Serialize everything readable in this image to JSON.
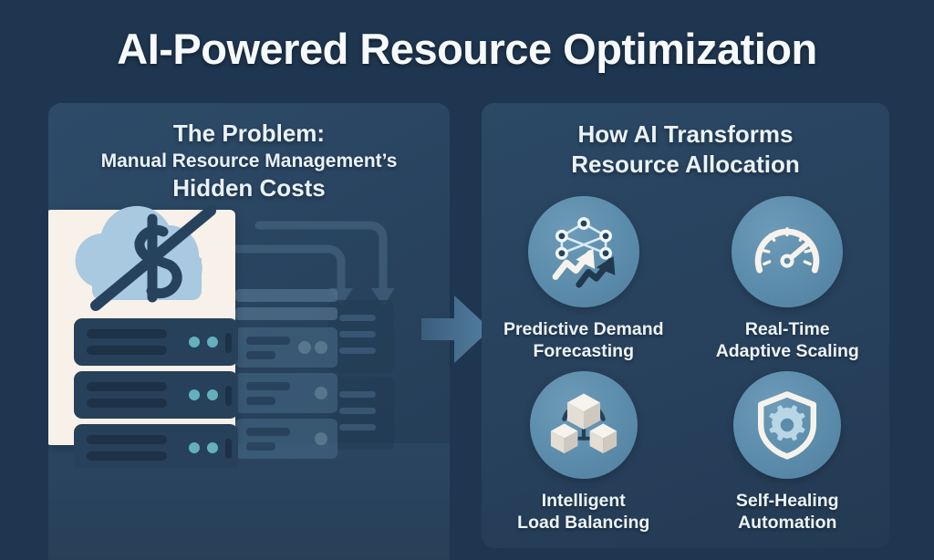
{
  "title": "AI-Powered Resource Optimization",
  "theme": {
    "background": "#1f3650",
    "panel": "#2b4865",
    "card_cream": "#f7f1ea",
    "icon_circle": "#5b8cab",
    "icon_stroke": "#f6f2ec",
    "accent_teal": "#64b0bd",
    "dark_navy": "#22394f",
    "title_color": "#f6fafc"
  },
  "left_panel": {
    "heading_line1": "The Problem:",
    "heading_line2": "Manual Resource Management’s",
    "heading_line3": "Hidden Costs",
    "illustration": {
      "cloud_icon": "cloud-with-dollar-sign-crossed-out",
      "currency_symbol": "$",
      "server_stack_units": 3,
      "server_led_count": 2,
      "background_servers": "faded-server-racks-with-looping-arrows"
    }
  },
  "mid": {
    "arrow_icon": "right-arrow"
  },
  "right_panel": {
    "heading_line1": "How AI Transforms",
    "heading_line2": "Resource Allocation",
    "features": [
      {
        "icon": "neural-network-trend-up-icon",
        "label": "Predictive Demand\nForecasting"
      },
      {
        "icon": "speedometer-gauge-icon",
        "label": "Real-Time\nAdaptive Scaling"
      },
      {
        "icon": "connected-cubes-network-icon",
        "label": "Intelligent\nLoad Balancing"
      },
      {
        "icon": "shield-with-gear-icon",
        "label": "Self-Healing\nAutomation"
      }
    ]
  }
}
